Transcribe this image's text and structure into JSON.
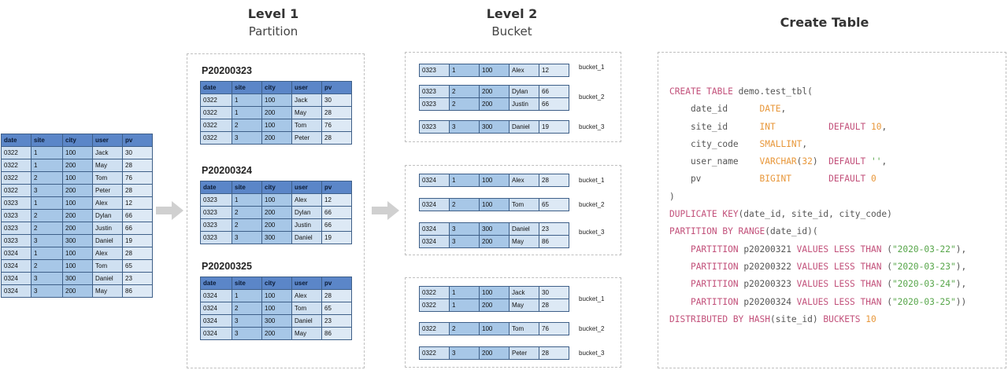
{
  "headings": {
    "level1": {
      "title": "Level 1",
      "subtitle": "Partition"
    },
    "level2": {
      "title": "Level 2",
      "subtitle": "Bucket"
    },
    "create": {
      "title": "Create Table"
    }
  },
  "columns": [
    "date",
    "site",
    "city",
    "user",
    "pv"
  ],
  "source_rows": [
    [
      "0322",
      "1",
      "100",
      "Jack",
      "30"
    ],
    [
      "0322",
      "1",
      "200",
      "May",
      "28"
    ],
    [
      "0322",
      "2",
      "100",
      "Tom",
      "76"
    ],
    [
      "0322",
      "3",
      "200",
      "Peter",
      "28"
    ],
    [
      "0323",
      "1",
      "100",
      "Alex",
      "12"
    ],
    [
      "0323",
      "2",
      "200",
      "Dylan",
      "66"
    ],
    [
      "0323",
      "2",
      "200",
      "Justin",
      "66"
    ],
    [
      "0323",
      "3",
      "300",
      "Daniel",
      "19"
    ],
    [
      "0324",
      "1",
      "100",
      "Alex",
      "28"
    ],
    [
      "0324",
      "2",
      "100",
      "Tom",
      "65"
    ],
    [
      "0324",
      "3",
      "300",
      "Daniel",
      "23"
    ],
    [
      "0324",
      "3",
      "200",
      "May",
      "86"
    ]
  ],
  "partitions": [
    {
      "name": "P20200323",
      "rows": [
        [
          "0322",
          "1",
          "100",
          "Jack",
          "30"
        ],
        [
          "0322",
          "1",
          "200",
          "May",
          "28"
        ],
        [
          "0322",
          "2",
          "100",
          "Tom",
          "76"
        ],
        [
          "0322",
          "3",
          "200",
          "Peter",
          "28"
        ]
      ]
    },
    {
      "name": "P20200324",
      "rows": [
        [
          "0323",
          "1",
          "100",
          "Alex",
          "12"
        ],
        [
          "0323",
          "2",
          "200",
          "Dylan",
          "66"
        ],
        [
          "0323",
          "2",
          "200",
          "Justin",
          "66"
        ],
        [
          "0323",
          "3",
          "300",
          "Daniel",
          "19"
        ]
      ]
    },
    {
      "name": "P20200325",
      "rows": [
        [
          "0324",
          "1",
          "100",
          "Alex",
          "28"
        ],
        [
          "0324",
          "2",
          "100",
          "Tom",
          "65"
        ],
        [
          "0324",
          "3",
          "300",
          "Daniel",
          "23"
        ],
        [
          "0324",
          "3",
          "200",
          "May",
          "86"
        ]
      ]
    }
  ],
  "bucket_groups": [
    [
      {
        "label": "bucket_1",
        "rows": [
          [
            "0323",
            "1",
            "100",
            "Alex",
            "12"
          ]
        ]
      },
      {
        "label": "bucket_2",
        "rows": [
          [
            "0323",
            "2",
            "200",
            "Dylan",
            "66"
          ],
          [
            "0323",
            "2",
            "200",
            "Justin",
            "66"
          ]
        ]
      },
      {
        "label": "bucket_3",
        "rows": [
          [
            "0323",
            "3",
            "300",
            "Daniel",
            "19"
          ]
        ]
      }
    ],
    [
      {
        "label": "bucket_1",
        "rows": [
          [
            "0324",
            "1",
            "100",
            "Alex",
            "28"
          ]
        ]
      },
      {
        "label": "bucket_2",
        "rows": [
          [
            "0324",
            "2",
            "100",
            "Tom",
            "65"
          ]
        ]
      },
      {
        "label": "bucket_3",
        "rows": [
          [
            "0324",
            "3",
            "300",
            "Daniel",
            "23"
          ],
          [
            "0324",
            "3",
            "200",
            "May",
            "86"
          ]
        ]
      }
    ],
    [
      {
        "label": "bucket_1",
        "rows": [
          [
            "0322",
            "1",
            "100",
            "Jack",
            "30"
          ],
          [
            "0322",
            "1",
            "200",
            "May",
            "28"
          ]
        ]
      },
      {
        "label": "bucket_2",
        "rows": [
          [
            "0322",
            "2",
            "100",
            "Tom",
            "76"
          ]
        ]
      },
      {
        "label": "bucket_3",
        "rows": [
          [
            "0322",
            "3",
            "200",
            "Peter",
            "28"
          ]
        ]
      }
    ]
  ],
  "code_lines": [
    [
      [
        "kw",
        "CREATE TABLE "
      ],
      [
        "tx",
        "demo.test_tbl("
      ]
    ],
    [
      [
        "tx",
        "    date_id      "
      ],
      [
        "ty",
        "DATE"
      ],
      [
        "tx",
        ","
      ]
    ],
    [
      [
        "tx",
        "    site_id      "
      ],
      [
        "ty",
        "INT"
      ],
      [
        "tx",
        "          "
      ],
      [
        "kw",
        "DEFAULT "
      ],
      [
        "nm",
        "10"
      ],
      [
        "tx",
        ","
      ]
    ],
    [
      [
        "tx",
        "    city_code    "
      ],
      [
        "ty",
        "SMALLINT"
      ],
      [
        "tx",
        ","
      ]
    ],
    [
      [
        "tx",
        "    user_name    "
      ],
      [
        "ty",
        "VARCHAR"
      ],
      [
        "tx",
        "("
      ],
      [
        "nm",
        "32"
      ],
      [
        "tx",
        ")  "
      ],
      [
        "kw",
        "DEFAULT "
      ],
      [
        "st",
        "''"
      ],
      [
        "tx",
        ","
      ]
    ],
    [
      [
        "tx",
        "    pv           "
      ],
      [
        "ty",
        "BIGINT"
      ],
      [
        "tx",
        "       "
      ],
      [
        "kw",
        "DEFAULT "
      ],
      [
        "nm",
        "0"
      ]
    ],
    [
      [
        "tx",
        ")"
      ]
    ],
    [
      [
        "kw",
        "DUPLICATE KEY"
      ],
      [
        "tx",
        "(date_id, site_id, city_code)"
      ]
    ],
    [
      [
        "kw",
        "PARTITION BY RANGE"
      ],
      [
        "tx",
        "(date_id)("
      ]
    ],
    [
      [
        "tx",
        "    "
      ],
      [
        "kw",
        "PARTITION "
      ],
      [
        "tx",
        "p20200321 "
      ],
      [
        "kw",
        "VALUES LESS THAN "
      ],
      [
        "tx",
        "("
      ],
      [
        "st",
        "\"2020-03-22\""
      ],
      [
        "tx",
        "),"
      ]
    ],
    [
      [
        "tx",
        "    "
      ],
      [
        "kw",
        "PARTITION "
      ],
      [
        "tx",
        "p20200322 "
      ],
      [
        "kw",
        "VALUES LESS THAN "
      ],
      [
        "tx",
        "("
      ],
      [
        "st",
        "\"2020-03-23\""
      ],
      [
        "tx",
        "),"
      ]
    ],
    [
      [
        "tx",
        "    "
      ],
      [
        "kw",
        "PARTITION "
      ],
      [
        "tx",
        "p20200323 "
      ],
      [
        "kw",
        "VALUES LESS THAN "
      ],
      [
        "tx",
        "("
      ],
      [
        "st",
        "\"2020-03-24\""
      ],
      [
        "tx",
        "),"
      ]
    ],
    [
      [
        "tx",
        "    "
      ],
      [
        "kw",
        "PARTITION "
      ],
      [
        "tx",
        "p20200324 "
      ],
      [
        "kw",
        "VALUES LESS THAN "
      ],
      [
        "tx",
        "("
      ],
      [
        "st",
        "\"2020-03-25\""
      ],
      [
        "tx",
        "))"
      ]
    ],
    [
      [
        "kw",
        "DISTRIBUTED BY HASH"
      ],
      [
        "tx",
        "(site_id) "
      ],
      [
        "kw",
        "BUCKETS "
      ],
      [
        "nm",
        "10"
      ]
    ]
  ],
  "colors": {
    "header": "#5b86c8",
    "cell_light": "#cfe0f1",
    "cell_mid": "#a7c7e7",
    "keyword": "#c2507a",
    "type": "#e8973a",
    "string": "#57a64a",
    "arrow": "#d0d0d0"
  }
}
